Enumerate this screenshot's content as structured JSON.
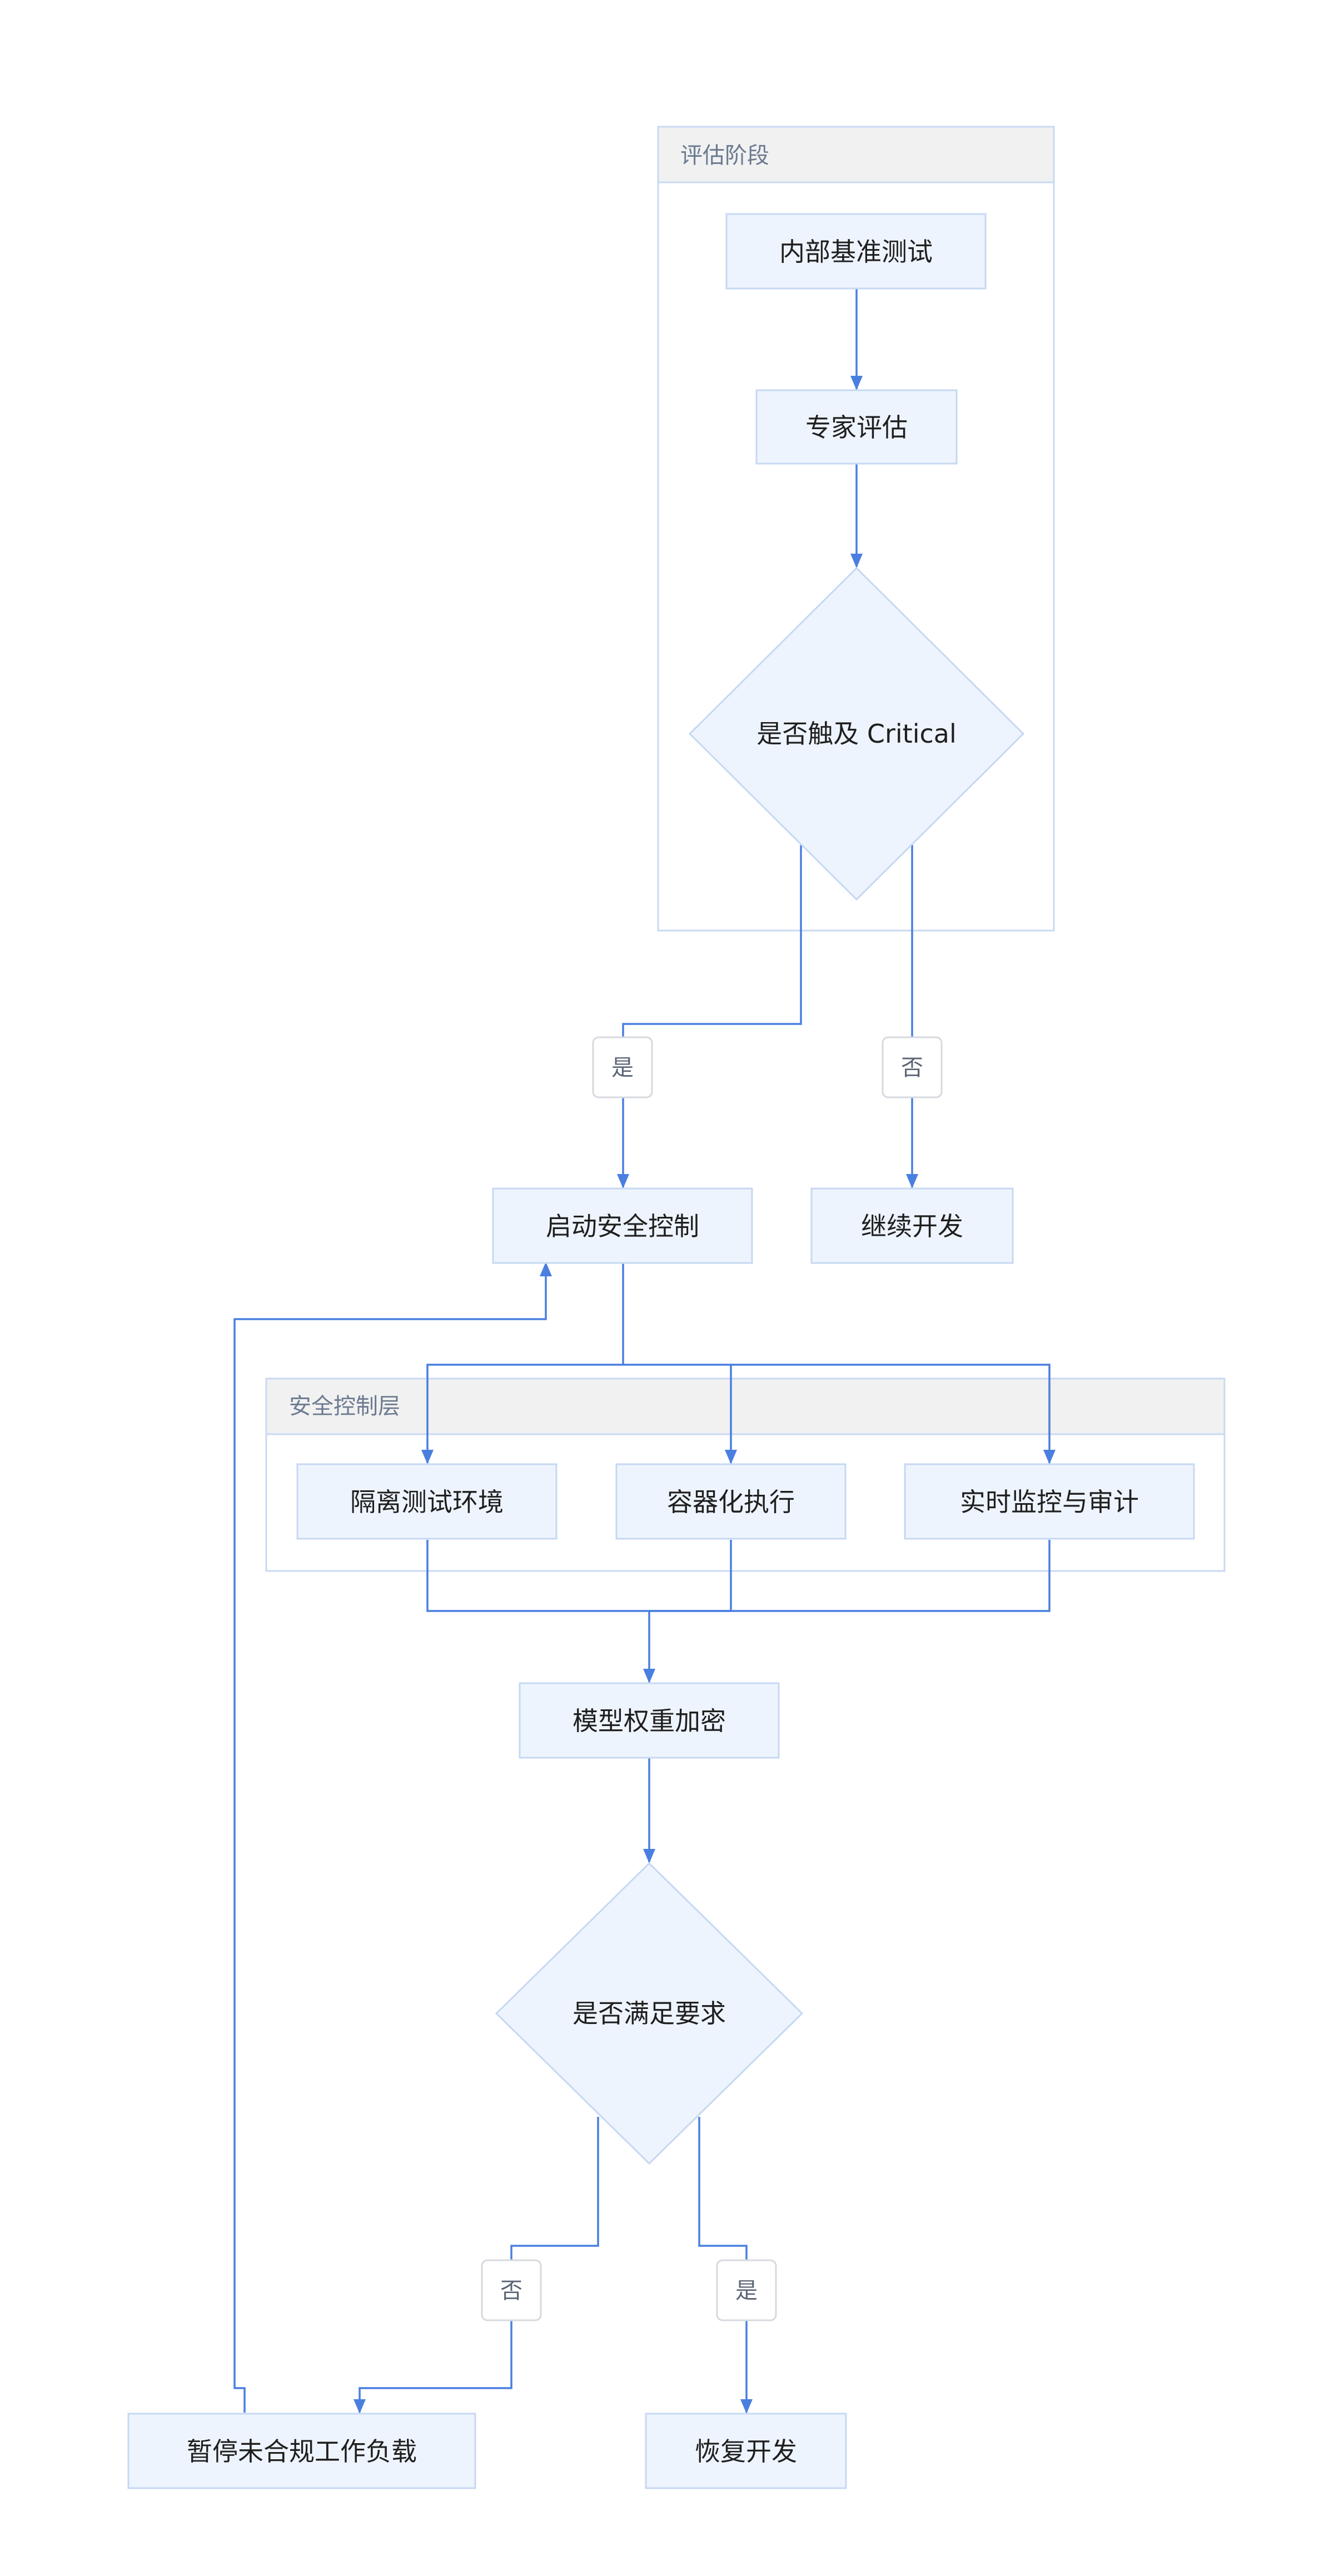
{
  "clusters": {
    "evaluation": {
      "title": "评估阶段"
    },
    "security": {
      "title": "安全控制层"
    }
  },
  "nodes": {
    "benchmark": "内部基准测试",
    "expert": "专家评估",
    "critical_check": "是否触及 Critical",
    "start_security": "启动安全控制",
    "continue_dev": "继续开发",
    "isolated_env": "隔离测试环境",
    "containerized": "容器化执行",
    "monitoring": "实时监控与审计",
    "weight_encryption": "模型权重加密",
    "requirement_check": "是否满足要求",
    "pause_workload": "暂停未合规工作负载",
    "resume_dev": "恢复开发"
  },
  "edge_labels": {
    "critical_yes": "是",
    "critical_no": "否",
    "req_no": "否",
    "req_yes": "是"
  },
  "colors": {
    "node_fill": "#eef4fd",
    "node_border": "#c6d8f3",
    "edge": "#4a7fe0",
    "cluster_header": "#f1f1f1"
  }
}
